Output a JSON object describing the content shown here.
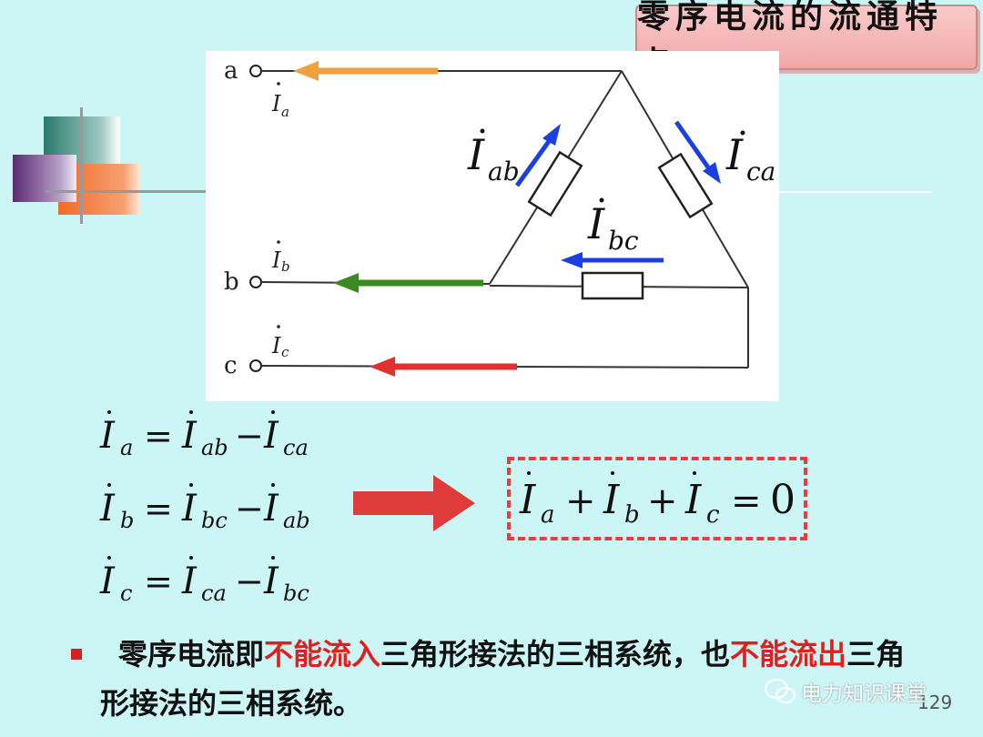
{
  "title": "零序电流的流通特点",
  "circuit": {
    "terminals": [
      "a",
      "b",
      "c"
    ],
    "line_current_labels": {
      "a": {
        "base": "I",
        "sub": "a"
      },
      "b": {
        "base": "I",
        "sub": "b"
      },
      "c": {
        "base": "I",
        "sub": "c"
      }
    },
    "phase_current_labels": {
      "ab": {
        "base": "I",
        "sub": "ab"
      },
      "ca": {
        "base": "I",
        "sub": "ca"
      },
      "bc": {
        "base": "I",
        "sub": "bc"
      }
    }
  },
  "equations": [
    {
      "lhs": "a",
      "t1": "ab",
      "t2": "ca"
    },
    {
      "lhs": "b",
      "t1": "bc",
      "t2": "ab"
    },
    {
      "lhs": "c",
      "t1": "ca",
      "t2": "bc"
    }
  ],
  "result": {
    "subs": [
      "a",
      "b",
      "c"
    ],
    "equals": "0"
  },
  "bullet": {
    "parts": [
      {
        "text": "零序电流即",
        "highlight": false
      },
      {
        "text": "不能流入",
        "highlight": true
      },
      {
        "text": "三角形接法的三相系统，也",
        "highlight": false
      },
      {
        "text": "不能流出",
        "highlight": true
      },
      {
        "text": "三角形接法的三相系统。",
        "highlight": false
      }
    ]
  },
  "watermark": "电力知识课堂",
  "page_number": "129",
  "colors": {
    "background": "#ccf6f6",
    "title_fill": "#f5b4b4",
    "arrow_a": "#f0a040",
    "arrow_b": "#3a8a20",
    "arrow_c": "#e03030",
    "phase_arrows": "#1a40e0",
    "highlight_text": "#e02020",
    "result_border": "#e24040"
  }
}
